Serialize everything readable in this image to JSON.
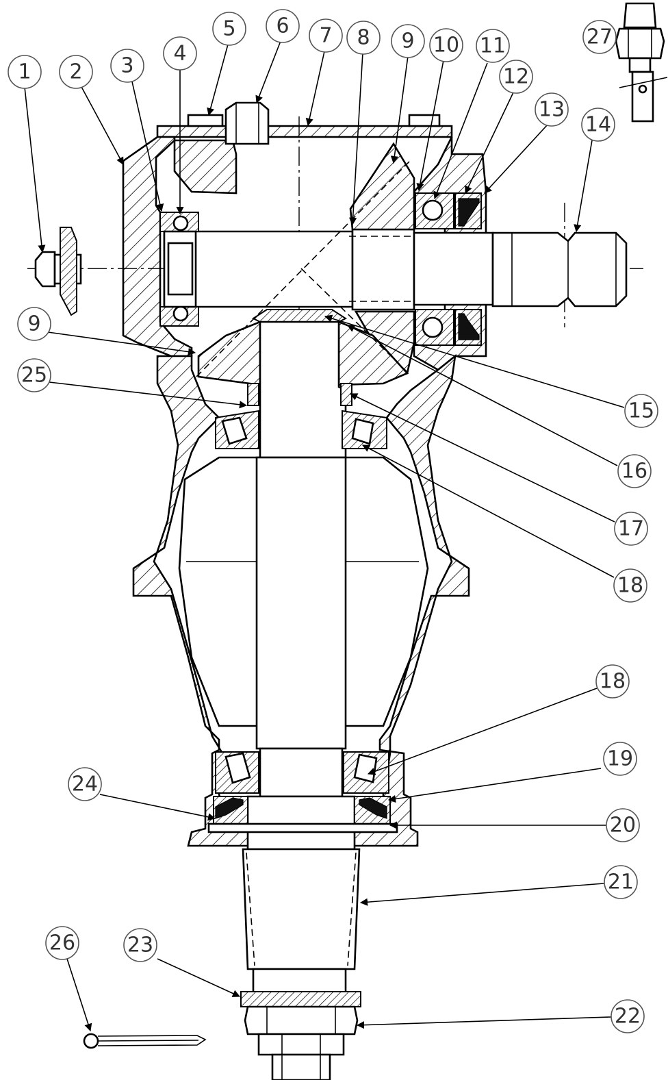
{
  "callouts": [
    {
      "label": "1"
    },
    {
      "label": "2"
    },
    {
      "label": "3"
    },
    {
      "label": "4"
    },
    {
      "label": "5"
    },
    {
      "label": "6"
    },
    {
      "label": "7"
    },
    {
      "label": "8"
    },
    {
      "label": "9"
    },
    {
      "label": "10"
    },
    {
      "label": "11"
    },
    {
      "label": "12"
    },
    {
      "label": "13"
    },
    {
      "label": "14"
    },
    {
      "label": "9"
    },
    {
      "label": "25"
    },
    {
      "label": "15"
    },
    {
      "label": "16"
    },
    {
      "label": "17"
    },
    {
      "label": "18"
    },
    {
      "label": "18"
    },
    {
      "label": "19"
    },
    {
      "label": "24"
    },
    {
      "label": "20"
    },
    {
      "label": "21"
    },
    {
      "label": "26"
    },
    {
      "label": "23"
    },
    {
      "label": "22"
    },
    {
      "label": "27"
    }
  ]
}
